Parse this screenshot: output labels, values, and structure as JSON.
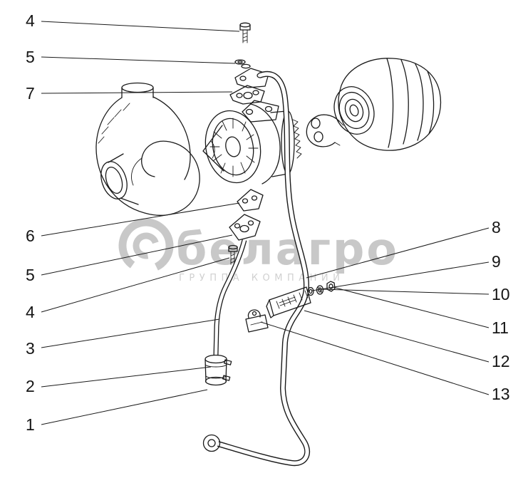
{
  "figure": {
    "type": "exploded-parts-diagram"
  },
  "callouts": {
    "left": [
      {
        "label": "4"
      },
      {
        "label": "5"
      },
      {
        "label": "7"
      },
      {
        "label": "6"
      },
      {
        "label": "5"
      },
      {
        "label": "4"
      },
      {
        "label": "3"
      },
      {
        "label": "2"
      },
      {
        "label": "1"
      }
    ],
    "right": [
      {
        "label": "8"
      },
      {
        "label": "9"
      },
      {
        "label": "10"
      },
      {
        "label": "11"
      },
      {
        "label": "12"
      },
      {
        "label": "13"
      }
    ]
  },
  "watermark": {
    "brand": "белагро",
    "subtitle": "ГРУППА КОМПАНИЙ"
  },
  "colors": {
    "line": "#1a1a1a",
    "watermark": "#c3c3c3",
    "background": "#ffffff"
  }
}
